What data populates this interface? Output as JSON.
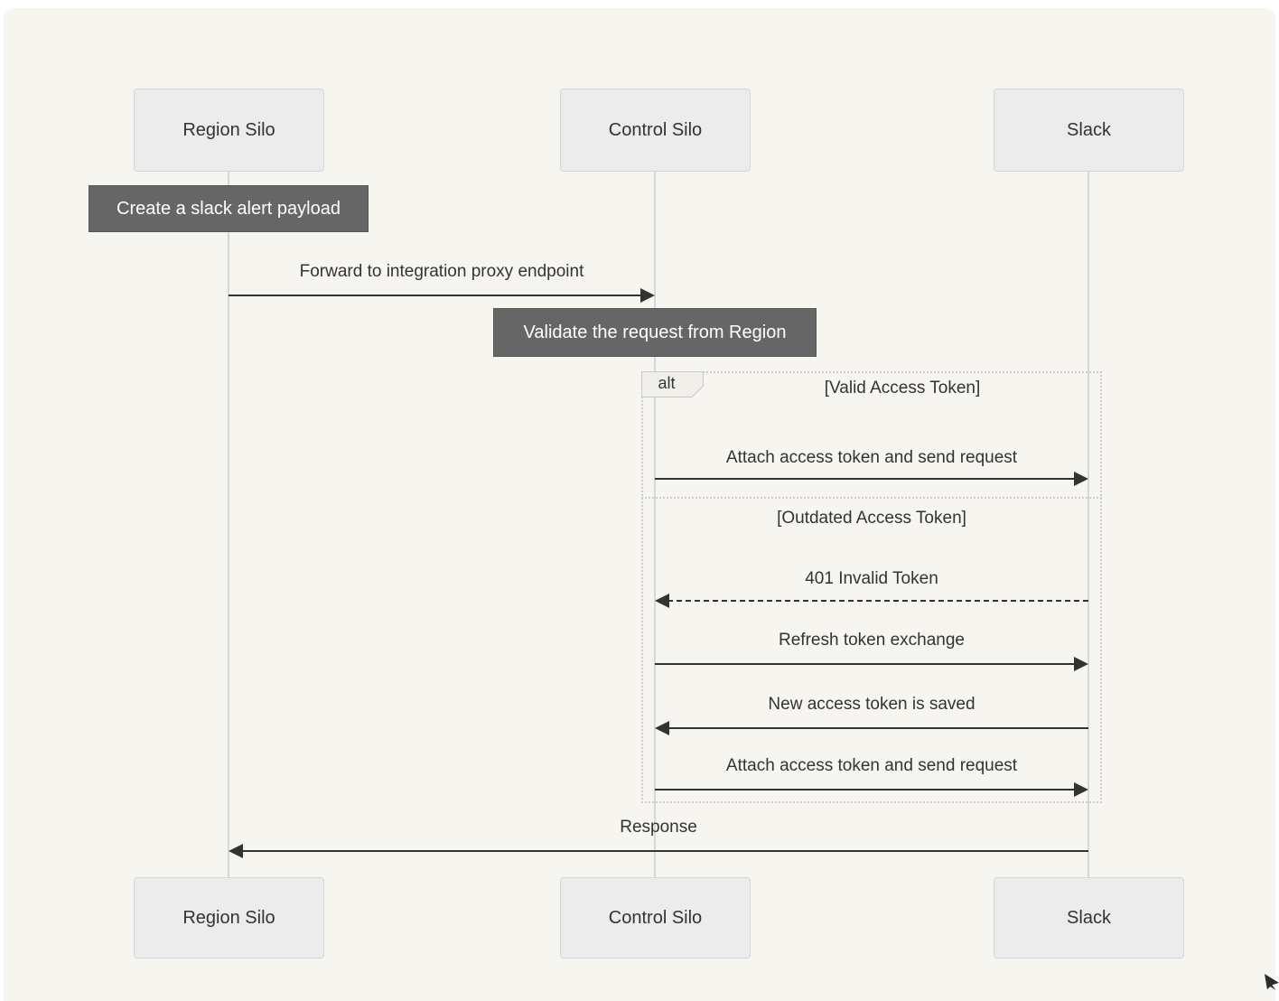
{
  "diagram_type": "sequence-diagram",
  "colors": {
    "page_bg": "#ffffff",
    "canvas_bg": "#f6f5f0",
    "actor_fill": "#ececec",
    "actor_border": "#d5d5d5",
    "note_fill": "#666666",
    "note_text": "#ffffff",
    "line_and_text": "#333333",
    "lifeline": "#d7d7d7",
    "frame_border": "#cccccc"
  },
  "actors": [
    {
      "label": "Region Silo"
    },
    {
      "label": "Control Silo"
    },
    {
      "label": "Slack"
    }
  ],
  "notes": [
    {
      "text": "Create a slack alert payload",
      "over": "Region Silo"
    },
    {
      "text": "Validate the request from Region",
      "over": "Control Silo"
    }
  ],
  "messages": [
    {
      "text": "Forward to integration proxy endpoint",
      "from": "Region Silo",
      "to": "Control Silo",
      "line": "solid"
    },
    {
      "text": "Attach access token and send request",
      "from": "Control Silo",
      "to": "Slack",
      "line": "solid"
    },
    {
      "text": "401 Invalid Token",
      "from": "Slack",
      "to": "Control Silo",
      "line": "dashed"
    },
    {
      "text": "Refresh token exchange",
      "from": "Control Silo",
      "to": "Slack",
      "line": "solid"
    },
    {
      "text": "New access token is saved",
      "from": "Slack",
      "to": "Control Silo",
      "line": "solid"
    },
    {
      "text": "Attach access token and send request",
      "from": "Control Silo",
      "to": "Slack",
      "line": "solid"
    },
    {
      "text": "Response",
      "from": "Slack",
      "to": "Region Silo",
      "line": "solid"
    }
  ],
  "alt": {
    "label": "alt",
    "sections": [
      {
        "condition": "[Valid Access Token]"
      },
      {
        "condition": "[Outdated Access Token]"
      }
    ]
  }
}
